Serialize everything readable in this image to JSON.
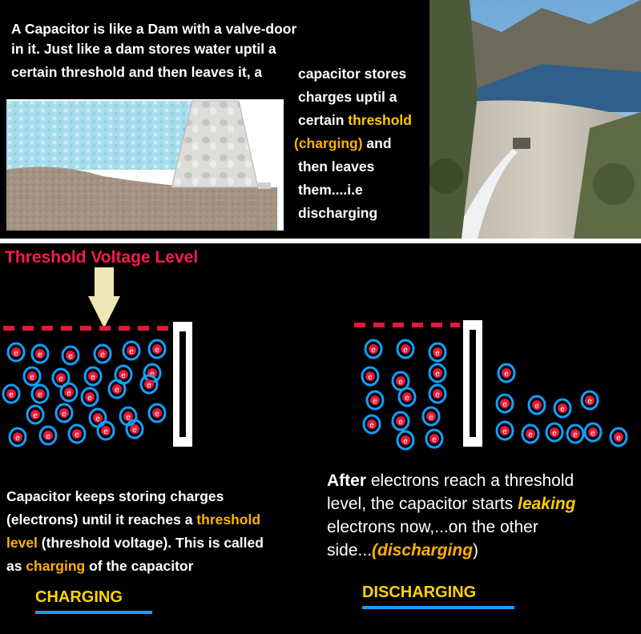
{
  "intro": {
    "line1": "A Capacitor is like a Dam with a valve-door",
    "line2": "in it. Just like a dam stores water uptil a",
    "line3": "certain threshold and then leaves it, a"
  },
  "right_text": {
    "line1": "capacitor stores",
    "line2": "charges uptil a",
    "line3_prefix": "certain ",
    "line3_highlight": "threshold",
    "line4_highlight": "(charging)",
    "line4_suffix": " and",
    "line5": "then leaves",
    "line6": "them....i.e",
    "line7": "discharging"
  },
  "threshold_title": "Threshold Voltage Level",
  "electron_symbol": "e",
  "caption_left": {
    "line1": "Capacitor keeps storing charges",
    "line2_prefix": "(electrons) until it reaches a ",
    "line2_highlight": "threshold",
    "line3_highlight": "level",
    "line3_suffix": " (threshold voltage). This is called",
    "line4_prefix": "as ",
    "line4_highlight": "charging",
    "line4_suffix": " of the capacitor"
  },
  "caption_right": {
    "line1_bold": "After",
    "line1_rest": " electrons reach a threshold",
    "line2_prefix": "level, the capacitor starts ",
    "line2_highlight": "leaking",
    "line3": "electrons now,...on the other",
    "line4_prefix": "side...",
    "line4_highlight": "(discharging",
    "line4_suffix": ")"
  },
  "labels": {
    "charging": "CHARGING",
    "discharging": "DISCHARGING"
  },
  "colors": {
    "threshold_line": "#e3193b",
    "electron_ring": "#12a0ff",
    "electron_core": "#e3193b",
    "highlight": "#ffcc00",
    "arrow": "#f0e6b4",
    "underline": "#1f9bff"
  }
}
